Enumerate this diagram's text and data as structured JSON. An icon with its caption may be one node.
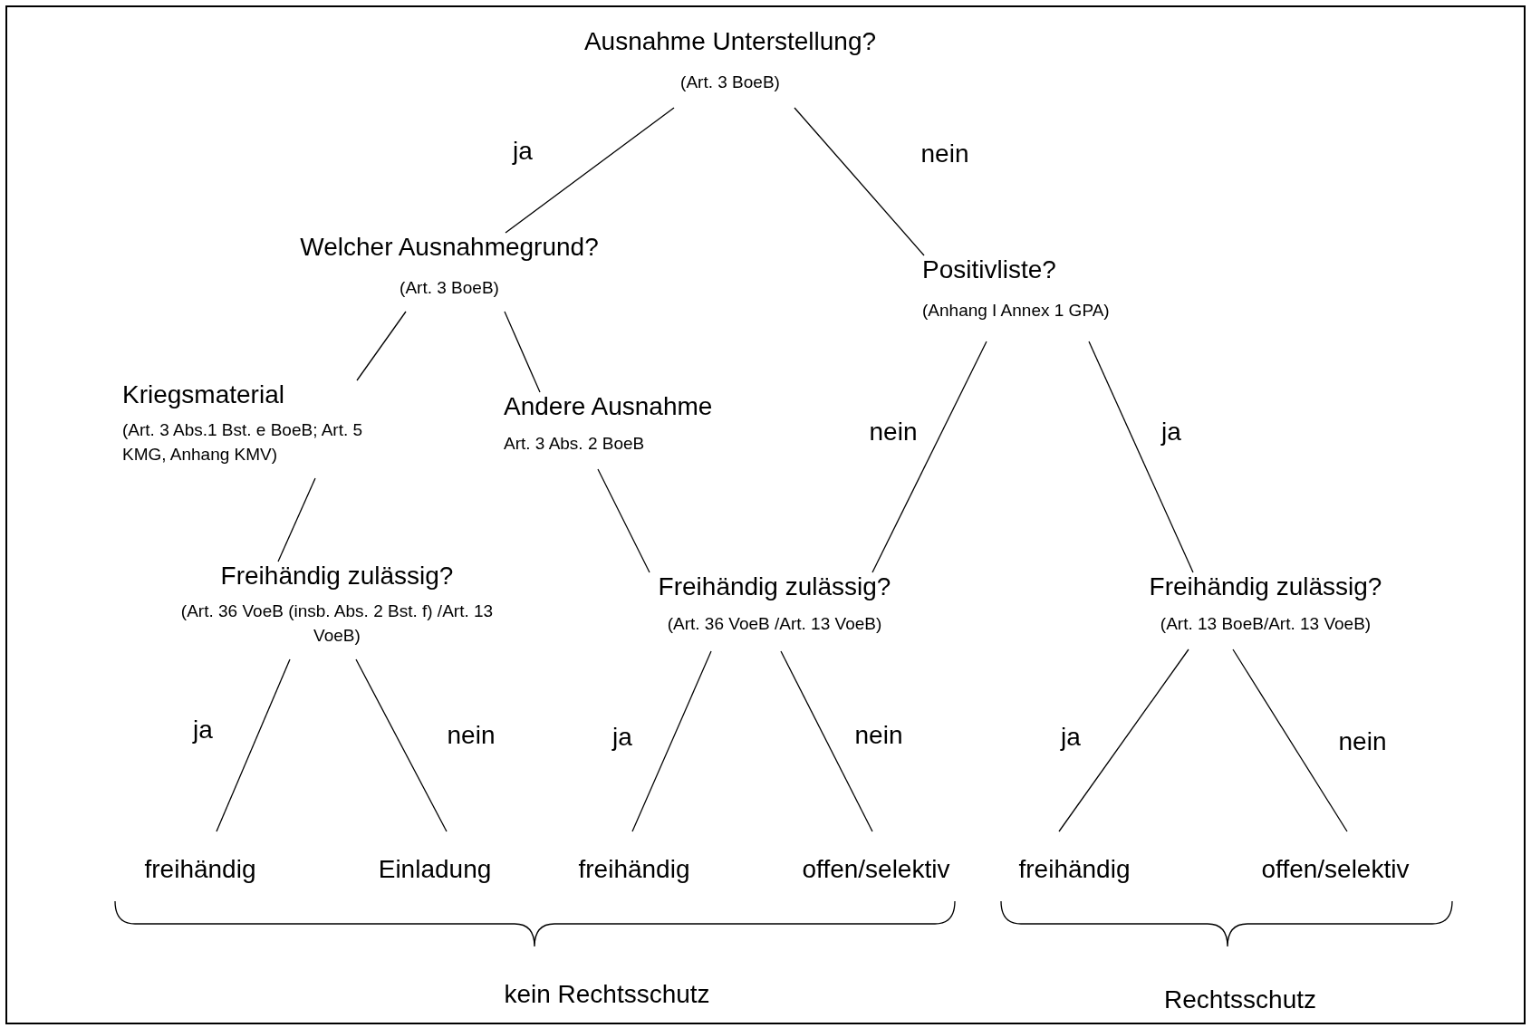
{
  "diagram": {
    "nodes": [
      {
        "text": [
          "Ausnahme Unterstellung?",
          "(Art. 3 BoeB)"
        ]
      },
      {
        "text": [
          "Welcher Ausnahmegrund?",
          "(Art. 3 BoeB)"
        ]
      },
      {
        "text": [
          "Positivliste?",
          "(Anhang I Annex 1 GPA)"
        ]
      },
      {
        "text": [
          "Kriegsmaterial",
          "(Art. 3 Abs.1 Bst. e BoeB; Art. 5 KMG, Anhang KMV)"
        ]
      },
      {
        "text": [
          "Andere Ausnahme",
          "Art. 3 Abs. 2 BoeB"
        ]
      },
      {
        "text": [
          "Freihändig zulässig?",
          "(Art. 36 VoeB (insb. Abs. 2 Bst. f) /Art. 13 VoeB)"
        ]
      },
      {
        "text": [
          "Freihändig zulässig?",
          "(Art. 36 VoeB /Art. 13 VoeB)"
        ]
      },
      {
        "text": [
          "Freihändig zulässig?",
          "(Art. 13 BoeB/Art. 13 VoeB)"
        ]
      },
      {
        "text": [
          "freihändig"
        ]
      },
      {
        "text": [
          "Einladung"
        ]
      },
      {
        "text": [
          "freihändig"
        ]
      },
      {
        "text": [
          "offen/selektiv"
        ]
      },
      {
        "text": [
          "freihändig"
        ]
      },
      {
        "text": [
          "offen/selektiv"
        ]
      }
    ],
    "edges": [
      {
        "from": 0,
        "to": 1,
        "arrow": "none",
        "label": "ja"
      },
      {
        "from": 0,
        "to": 2,
        "arrow": "none",
        "label": "nein"
      },
      {
        "from": 1,
        "to": 3,
        "arrow": "none"
      },
      {
        "from": 1,
        "to": 4,
        "arrow": "none"
      },
      {
        "from": 3,
        "to": 5,
        "arrow": "none"
      },
      {
        "from": 4,
        "to": 6,
        "arrow": "none"
      },
      {
        "from": 2,
        "to": 6,
        "arrow": "none",
        "label": "nein"
      },
      {
        "from": 2,
        "to": 7,
        "arrow": "none",
        "label": "ja"
      },
      {
        "from": 5,
        "to": 8,
        "arrow": "none",
        "label": "ja"
      },
      {
        "from": 5,
        "to": 9,
        "arrow": "none",
        "label": "nein"
      },
      {
        "from": 6,
        "to": 10,
        "arrow": "none",
        "label": "ja"
      },
      {
        "from": 6,
        "to": 11,
        "arrow": "none",
        "label": "nein"
      },
      {
        "from": 7,
        "to": 12,
        "arrow": "none",
        "label": "ja"
      },
      {
        "from": 7,
        "to": 13,
        "arrow": "none",
        "label": "nein"
      }
    ],
    "labels": [
      "kein Rechtsschutz",
      "Rechtsschutz"
    ]
  }
}
